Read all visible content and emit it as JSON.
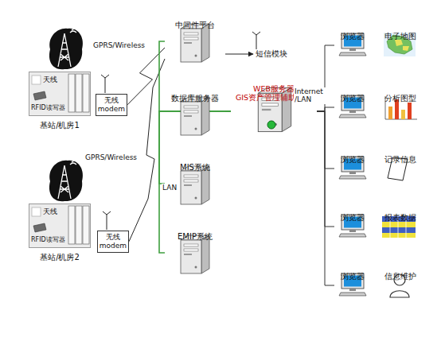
{
  "diagram": {
    "nodes": [
      {
        "text": [
          "天线",
          "RFID读写器",
          "基站/机房1"
        ]
      },
      {
        "text": [
          "无线 modem"
        ]
      },
      {
        "text": [
          "天线",
          "RFID读写器",
          "基站/机房2"
        ]
      },
      {
        "text": [
          "无线 modem"
        ]
      },
      {
        "text": [
          "中间件平台"
        ]
      },
      {
        "text": [
          "短信模块"
        ]
      },
      {
        "text": [
          "数据库服务器"
        ]
      },
      {
        "text": [
          "MIS系统"
        ]
      },
      {
        "text": [
          "EMIP系统"
        ]
      },
      {
        "text": [
          "WEB服务器 GIS资产管理辅助系统"
        ]
      },
      {
        "text": [
          "浏览器"
        ]
      },
      {
        "text": [
          "浏览器"
        ]
      },
      {
        "text": [
          "浏览器"
        ]
      },
      {
        "text": [
          "浏览器"
        ]
      },
      {
        "text": [
          "浏览器"
        ]
      },
      {
        "text": [
          "电子地图"
        ]
      },
      {
        "text": [
          "分析图型"
        ]
      },
      {
        "text": [
          "记录信息"
        ]
      },
      {
        "text": [
          "报表数据"
        ]
      },
      {
        "text": [
          "信息维护"
        ]
      }
    ],
    "edges": [
      {
        "from": 1,
        "to": 4,
        "label": "GPRS/Wireless",
        "arrow": "none"
      },
      {
        "from": 3,
        "to": 4,
        "label": "GPRS/Wireless",
        "arrow": "none"
      },
      {
        "from": 4,
        "to": 5,
        "arrow": "to"
      },
      {
        "from": 4,
        "to": 9,
        "arrow": "none"
      },
      {
        "from": 6,
        "to": 9,
        "arrow": "none"
      },
      {
        "from": 7,
        "to": 9,
        "arrow": "none"
      },
      {
        "from": 8,
        "to": 9,
        "arrow": "none"
      },
      {
        "from": 9,
        "to": 10,
        "arrow": "none"
      },
      {
        "from": 9,
        "to": 11,
        "arrow": "none"
      },
      {
        "from": 9,
        "to": 12,
        "arrow": "none"
      },
      {
        "from": 9,
        "to": 13,
        "arrow": "none"
      },
      {
        "from": 9,
        "to": 14,
        "arrow": "none"
      }
    ],
    "labels": [
      "LAN",
      "Internet /LAN"
    ]
  }
}
